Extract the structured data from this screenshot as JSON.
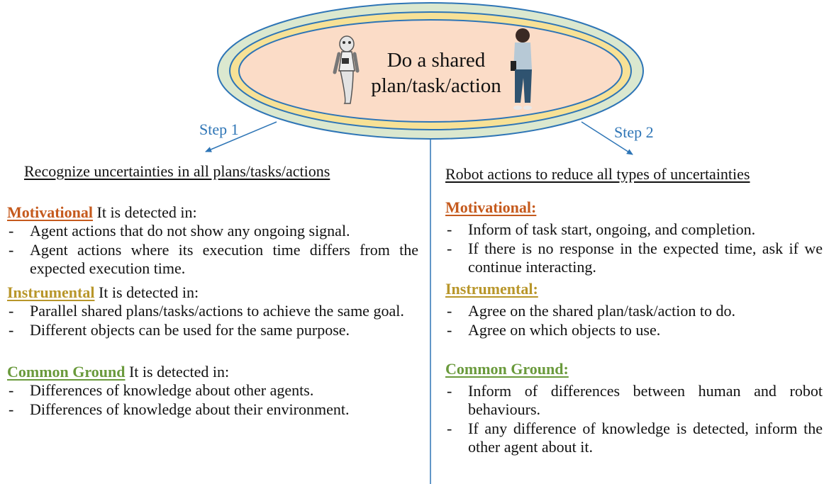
{
  "center": {
    "line1": "Do a shared",
    "line2": "plan/task/action"
  },
  "steps": {
    "step1": "Step 1",
    "step2": "Step 2"
  },
  "left": {
    "heading": "Recognize uncertainties in all plans/tasks/actions",
    "sections": [
      {
        "label": "Motivational",
        "suffix": " It is detected in:",
        "items": [
          "Agent actions that do not show any ongoing signal.",
          "Agent actions where its execution time differs from the expected execution time."
        ]
      },
      {
        "label": "Instrumental",
        "suffix": " It is detected in:",
        "items": [
          "Parallel shared plans/tasks/actions to achieve the same goal.",
          "Different objects can be used for the same purpose."
        ]
      },
      {
        "label": "Common Ground",
        "suffix": " It is detected in:",
        "items": [
          "Differences of knowledge about other agents.",
          "Differences of knowledge about their environment."
        ]
      }
    ]
  },
  "right": {
    "heading": "Robot actions to reduce all types of uncertainties",
    "sections": [
      {
        "label": "Motivational",
        "colon": ":",
        "items": [
          "Inform of task start, ongoing, and completion.",
          "If there is no response in the expected time, ask if we continue interacting."
        ]
      },
      {
        "label": "Instrumental",
        "colon": ":",
        "items": [
          "Agree on the shared plan/task/action to do.",
          "Agree on which objects to use."
        ]
      },
      {
        "label": "Common Ground",
        "colon": ":",
        "items": [
          "Inform of differences between human and robot behaviours.",
          "If any difference of knowledge is detected, inform the other agent about it."
        ]
      }
    ]
  },
  "colors": {
    "motivational": "#c55a1d",
    "instrumental": "#b8962a",
    "common_ground": "#6a9a3c",
    "arrow": "#2e75b6",
    "outer_ring": "#dbe8cf",
    "middle_ring": "#f7e196",
    "inner_fill": "#fbdcc7"
  },
  "icons": {
    "robot": "robot-icon",
    "human": "human-icon"
  }
}
